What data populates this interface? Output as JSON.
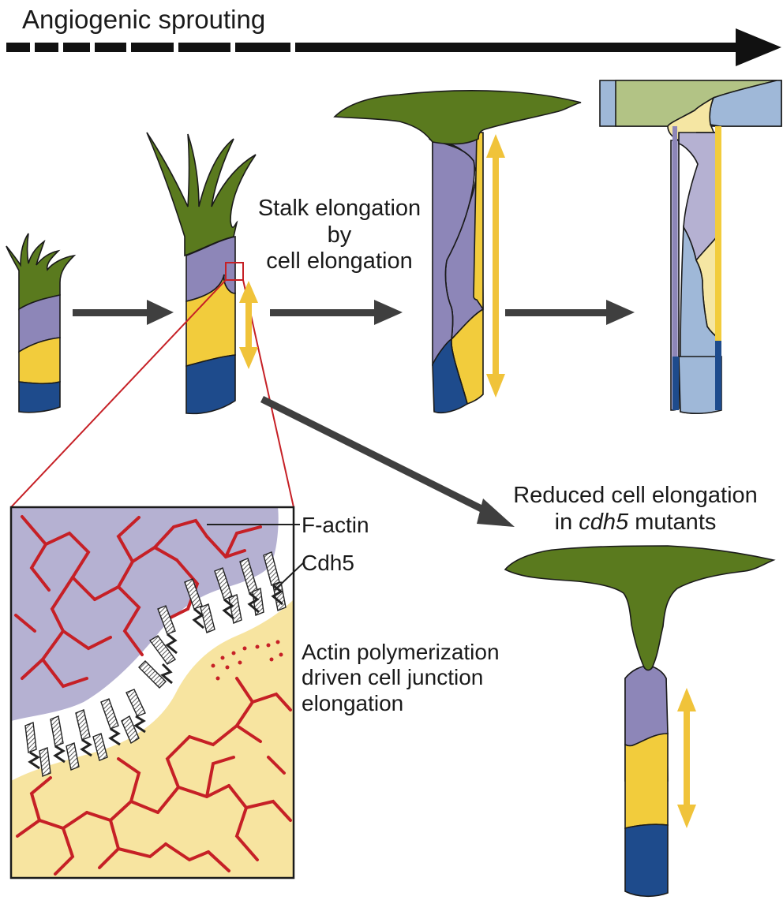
{
  "title": "Angiogenic sprouting",
  "labels": {
    "stalk_elongation": [
      "Stalk elongation",
      "by",
      "cell elongation"
    ],
    "reduced_line1": "Reduced cell elongation",
    "reduced_line2_prefix": "in ",
    "reduced_line2_italic": "cdh5",
    "reduced_line2_suffix": " mutants",
    "f_actin": "F-actin",
    "cdh5": "Cdh5",
    "actin_polymerization": [
      "Actin polymerization",
      "driven cell junction",
      "elongation"
    ]
  },
  "colors": {
    "tip_green": "#5a7a1e",
    "purple": "#8d86b8",
    "light_purple": "#b5b1d2",
    "yellow": "#f2cc3c",
    "navy": "#1e4b8c",
    "light_blue": "#9fb8d8",
    "light_green": "#b2c385",
    "pale_yellow": "#f5e6a3",
    "cream": "#f7e4a0",
    "actin_red": "#c62026",
    "callout_red": "#c62026",
    "arrow_gray": "#3f3f3f",
    "double_arrow": "#f0c33a"
  }
}
